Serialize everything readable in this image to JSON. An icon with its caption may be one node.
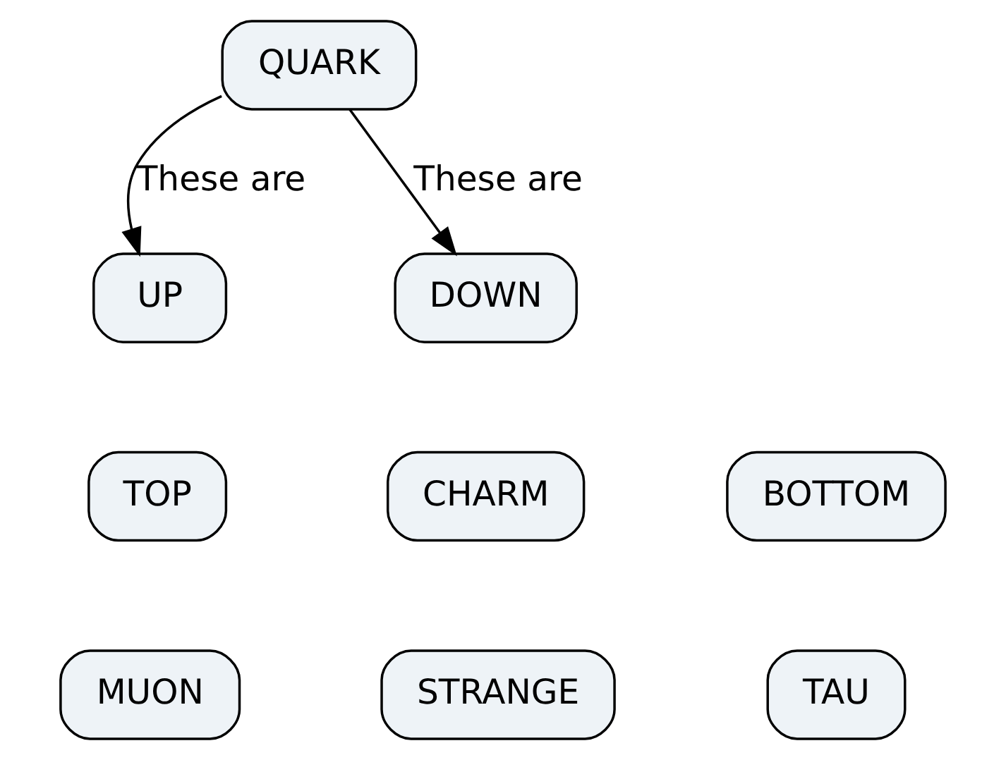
{
  "diagram": {
    "nodes": [
      {
        "text": [
          "QUARK"
        ]
      },
      {
        "text": [
          "UP"
        ]
      },
      {
        "text": [
          "DOWN"
        ]
      },
      {
        "text": [
          "TOP"
        ]
      },
      {
        "text": [
          "CHARM"
        ]
      },
      {
        "text": [
          "BOTTOM"
        ]
      },
      {
        "text": [
          "MUON"
        ]
      },
      {
        "text": [
          "STRANGE"
        ]
      },
      {
        "text": [
          "TAU"
        ]
      }
    ],
    "edges": [
      {
        "from": 0,
        "to": 1,
        "arrow": "to",
        "label": "These are"
      },
      {
        "from": 0,
        "to": 2,
        "arrow": "to",
        "label": "These are"
      }
    ]
  }
}
